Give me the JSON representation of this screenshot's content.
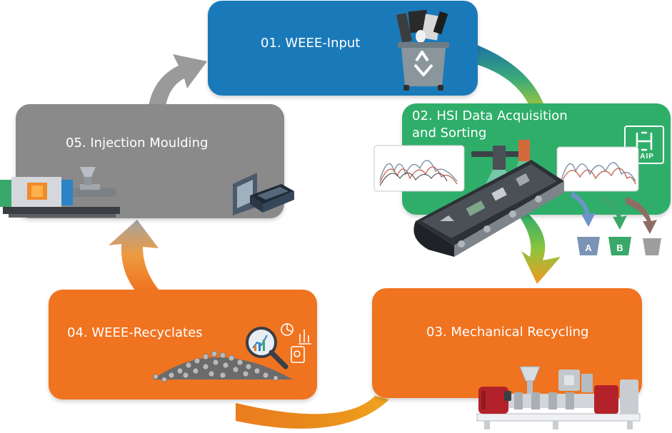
{
  "steps": {
    "input": "01. WEEE-Input",
    "hsi_line1": "02. HSI Data Acquisition",
    "hsi_line2": "and Sorting",
    "mechanical": "03. Mechanical Recycling",
    "recyclates": "04. WEEE-Recyclates",
    "moulding": "05. Injection Moulding"
  },
  "sorting_bins": [
    "A",
    "B"
  ],
  "brand": "HAIP",
  "colors": {
    "input": "#1a7ab9",
    "hsi": "#2fae6a",
    "moulding": "#8a8a8a",
    "recyclates": "#f07320",
    "mechanical": "#f07320",
    "arrow_gray": "#9a9a9a"
  },
  "icons": [
    "recycle-bin-icon",
    "spectrum-chart-icon",
    "conveyor-belt-icon",
    "camera-icon",
    "sorting-bin-icon",
    "haip-logo",
    "extruder-machine-icon",
    "pellets-pile-icon",
    "magnifier-chart-icon",
    "analytics-icon",
    "mould-tray-icon",
    "injection-moulding-machine-icon"
  ]
}
